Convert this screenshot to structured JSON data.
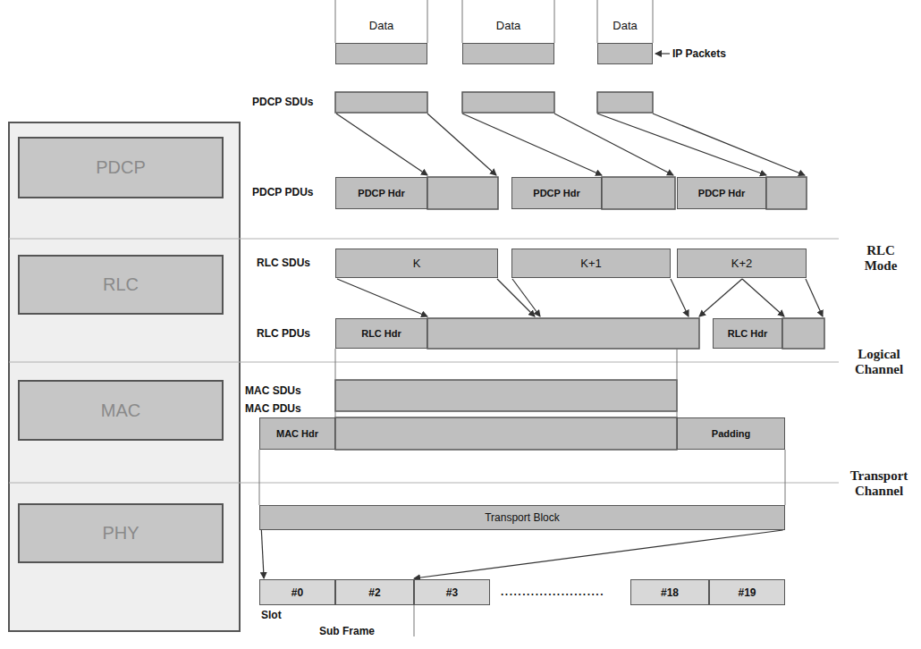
{
  "diagram": {
    "nodes": [
      {
        "text": [
          "Data"
        ]
      },
      {
        "text": [
          "Data"
        ]
      },
      {
        "text": [
          "Data"
        ]
      },
      {
        "text": [
          "PDCP"
        ]
      },
      {
        "text": [
          "PDCP Hdr"
        ]
      },
      {
        "text": [
          "PDCP Hdr"
        ]
      },
      {
        "text": [
          "PDCP Hdr"
        ]
      },
      {
        "text": [
          "RLC"
        ]
      },
      {
        "text": [
          "K"
        ]
      },
      {
        "text": [
          "K+1"
        ]
      },
      {
        "text": [
          "K+2"
        ]
      },
      {
        "text": [
          "RLC Hdr"
        ]
      },
      {
        "text": [
          "RLC Hdr"
        ]
      },
      {
        "text": [
          "MAC"
        ]
      },
      {
        "text": [
          "MAC Hdr"
        ]
      },
      {
        "text": [
          "Padding"
        ]
      },
      {
        "text": [
          "PHY"
        ]
      },
      {
        "text": [
          "Transport Block"
        ]
      },
      {
        "text": [
          "#0"
        ]
      },
      {
        "text": [
          "#2"
        ]
      },
      {
        "text": [
          "#3"
        ]
      },
      {
        "text": [
          "#18"
        ]
      },
      {
        "text": [
          "#19"
        ]
      }
    ],
    "edges": [
      {
        "from": 17,
        "to": 18,
        "arrow": "to"
      },
      {
        "from": 17,
        "to": 19,
        "arrow": "to"
      }
    ],
    "labels": [
      "IP Packets",
      "PDCP SDUs",
      "PDCP PDUs",
      "RLC SDUs",
      "RLC PDUs",
      "MAC SDUs",
      "MAC PDUs",
      "RLC Mode",
      "Logical Channel",
      "Transport Channel",
      "........................",
      "Slot",
      "Sub Frame"
    ]
  }
}
